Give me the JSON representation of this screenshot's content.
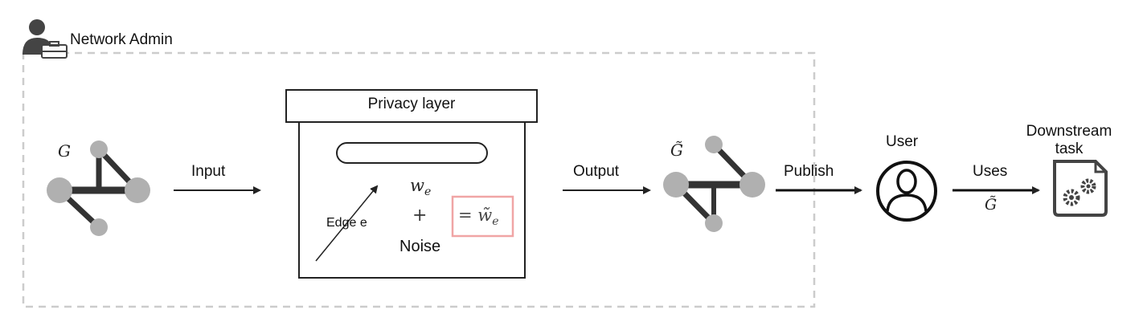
{
  "admin": {
    "label": "Network Admin"
  },
  "privacy_layer": {
    "title": "Privacy layer",
    "weight": "w",
    "weight_sub": "e",
    "plus": "+",
    "noise": "Noise",
    "edge_label": "Edge e",
    "result_eq": "=",
    "result_w": "w̃",
    "result_sub": "e"
  },
  "input_graph": {
    "label": "G"
  },
  "output_graph": {
    "label": "G̃"
  },
  "arrows": {
    "input": "Input",
    "output": "Output",
    "publish": "Publish",
    "uses": "Uses",
    "uses_sub": "G̃"
  },
  "user": {
    "label": "User"
  },
  "downstream": {
    "line1": "Downstream",
    "line2": "task"
  },
  "colors": {
    "node": "#b0b0b0",
    "edge": "#333333",
    "dash": "#cccccc",
    "result_box": "#f0a5a5",
    "icon": "#444444"
  }
}
